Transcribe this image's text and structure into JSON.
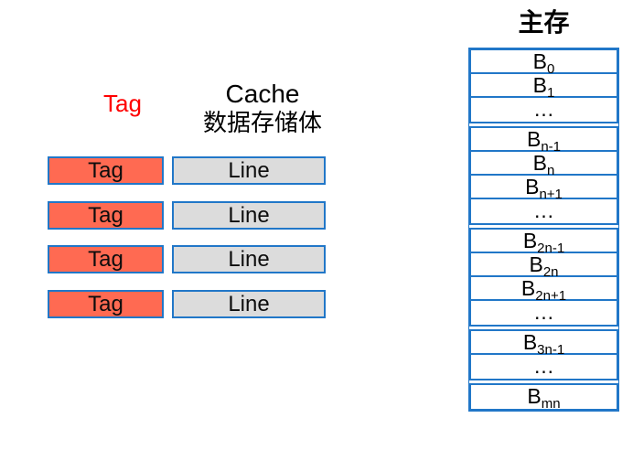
{
  "diagram": {
    "cache": {
      "tag_column_header": "Tag",
      "data_store_header_line1": "Cache",
      "data_store_header_line2": "数据存储体",
      "rows": [
        {
          "tag": "Tag",
          "line": "Line"
        },
        {
          "tag": "Tag",
          "line": "Line"
        },
        {
          "tag": "Tag",
          "line": "Line"
        },
        {
          "tag": "Tag",
          "line": "Line"
        }
      ]
    },
    "main_memory": {
      "title": "主存",
      "sections": [
        {
          "rows": [
            {
              "base": "B",
              "sub": "0"
            },
            {
              "base": "B",
              "sub": "1"
            },
            {
              "base": "…",
              "sub": ""
            }
          ]
        },
        {
          "rows": [
            {
              "base": "B",
              "sub": "n-1"
            },
            {
              "base": "B",
              "sub": "n"
            },
            {
              "base": "B",
              "sub": "n+1"
            },
            {
              "base": "…",
              "sub": ""
            }
          ]
        },
        {
          "rows": [
            {
              "base": "B",
              "sub": "2n-1"
            },
            {
              "base": "B",
              "sub": "2n"
            },
            {
              "base": "B",
              "sub": "2n+1"
            },
            {
              "base": "…",
              "sub": ""
            }
          ]
        },
        {
          "rows": [
            {
              "base": "B",
              "sub": "3n-1"
            },
            {
              "base": "…",
              "sub": ""
            }
          ]
        },
        {
          "rows": [
            {
              "base": "B",
              "sub": "mn"
            }
          ]
        }
      ]
    },
    "colors": {
      "border_blue": "#2177C8",
      "tag_fill_orange": "#FF6A52",
      "line_fill_grey": "#DCDCDC",
      "tag_header_red": "#FF0000",
      "text_black": "#000000"
    }
  }
}
